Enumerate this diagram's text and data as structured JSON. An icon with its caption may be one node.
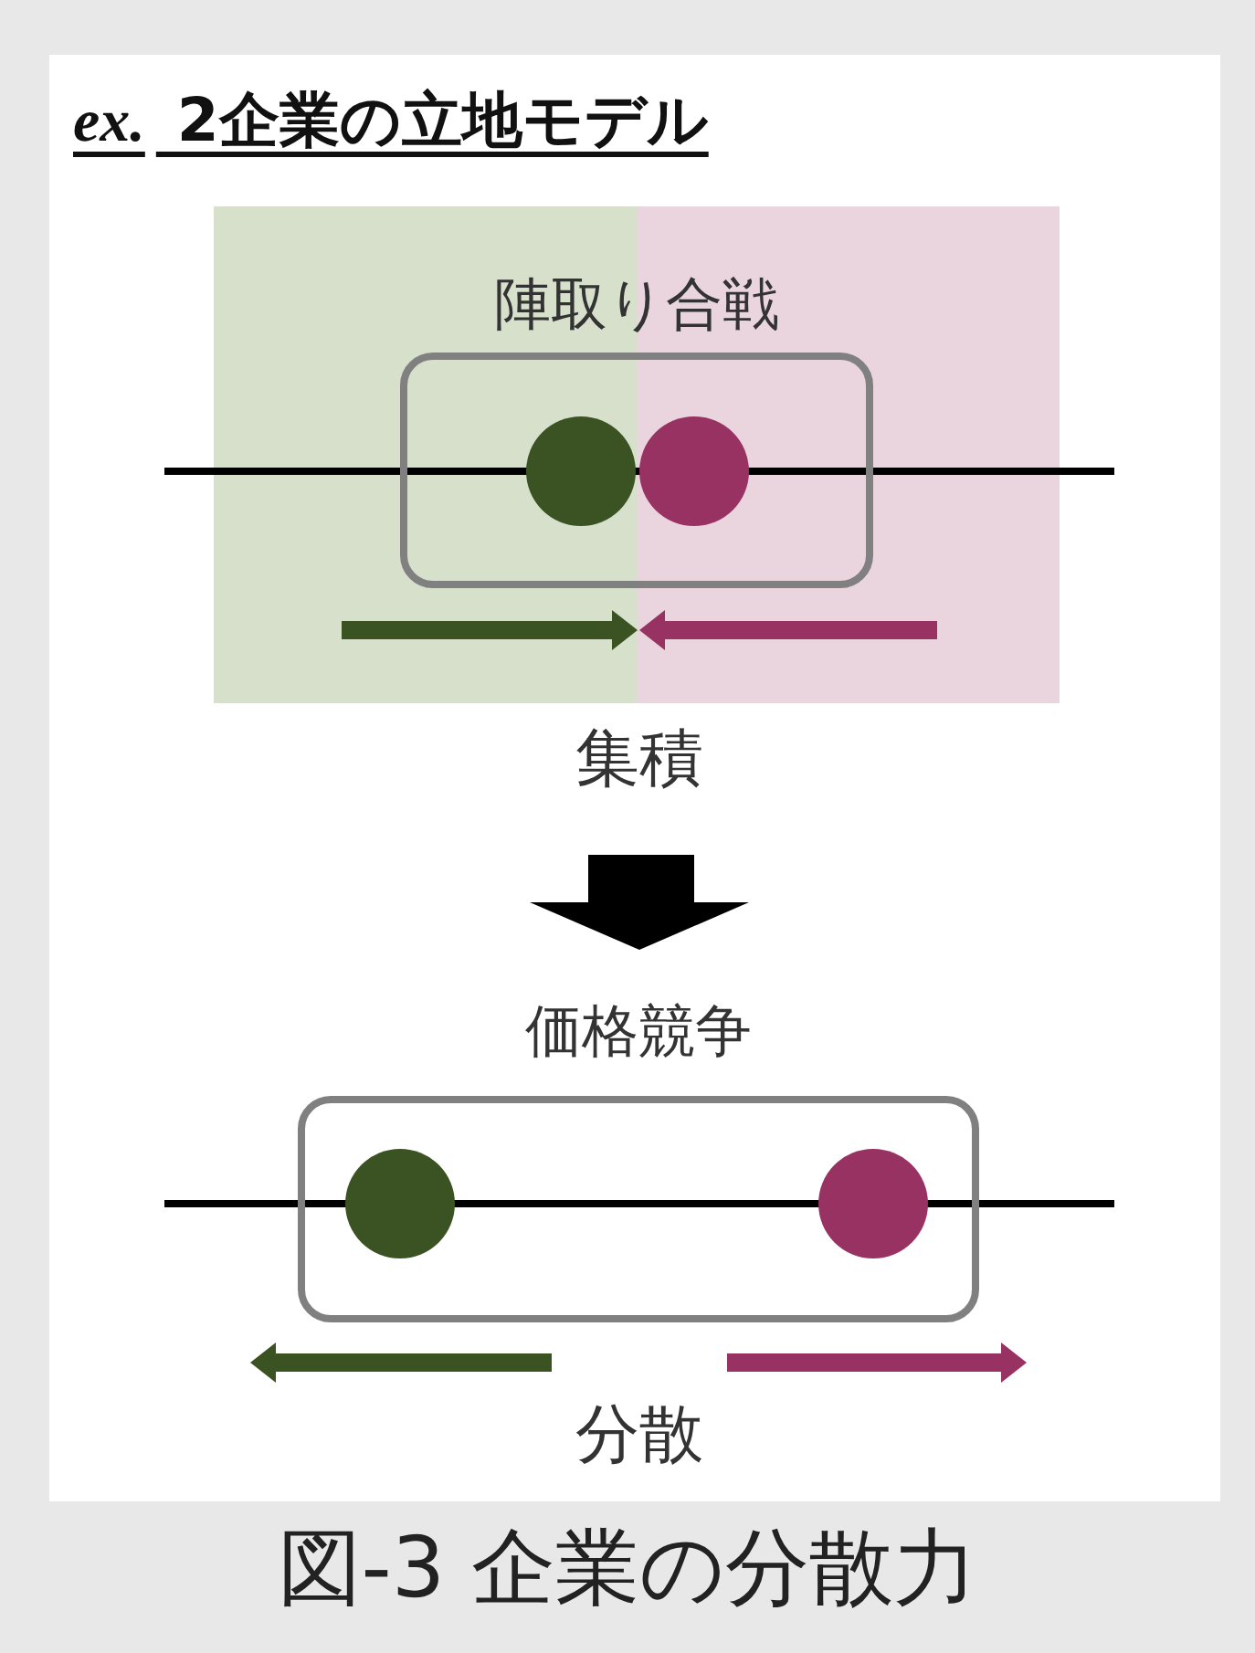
{
  "diagram": {
    "title": "*ex.* 2企業の立地モデル",
    "caption": "図-3 企業の分散力",
    "nodes": [
      {
        "text": [
          "陣取り合戦"
        ]
      },
      {
        "text": [],
        "shape": "circle",
        "in": 0
      },
      {
        "text": [],
        "shape": "circle",
        "in": 0
      },
      {
        "text": [
          "価格競争"
        ]
      },
      {
        "text": [],
        "shape": "circle",
        "in": 3
      },
      {
        "text": [],
        "shape": "circle",
        "in": 3
      }
    ],
    "labels": [
      "集積",
      "分散"
    ]
  }
}
